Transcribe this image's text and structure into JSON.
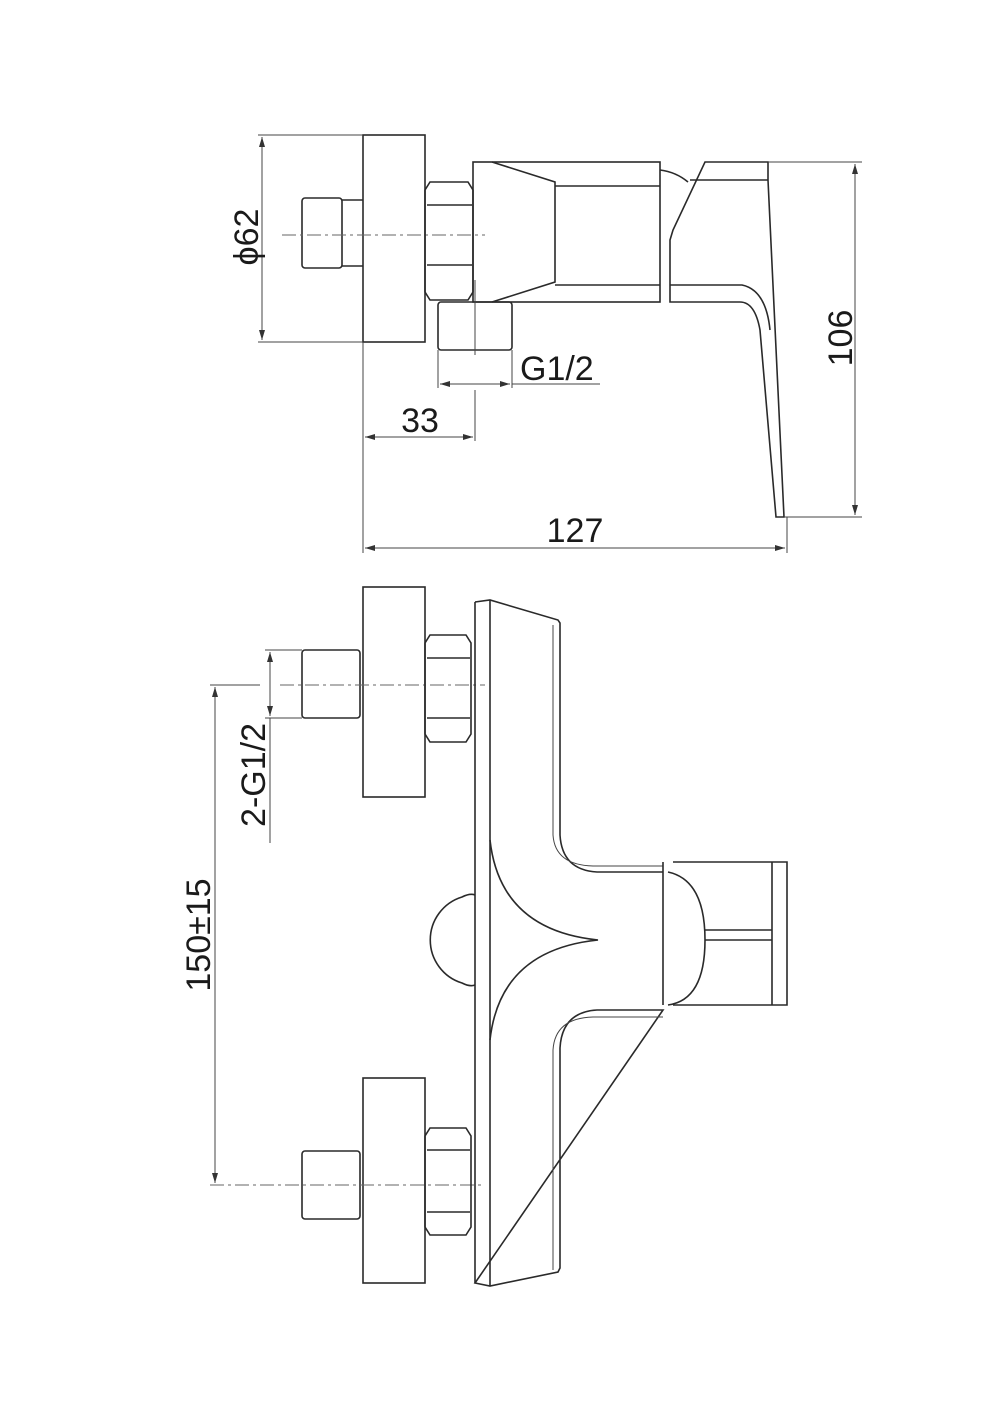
{
  "title": "Shower mixer dimension drawing",
  "colors": {
    "line": "#2a2a2a",
    "background": "#ffffff"
  },
  "side_view": {
    "dimensions": {
      "flange_diameter": "ϕ62",
      "height": "106",
      "outlet_thread": "G1/2",
      "outlet_offset": "33",
      "total_depth": "127"
    }
  },
  "front_view": {
    "dimensions": {
      "inlet_thread": "2-G1/2",
      "inlet_spacing": "150±15"
    }
  }
}
